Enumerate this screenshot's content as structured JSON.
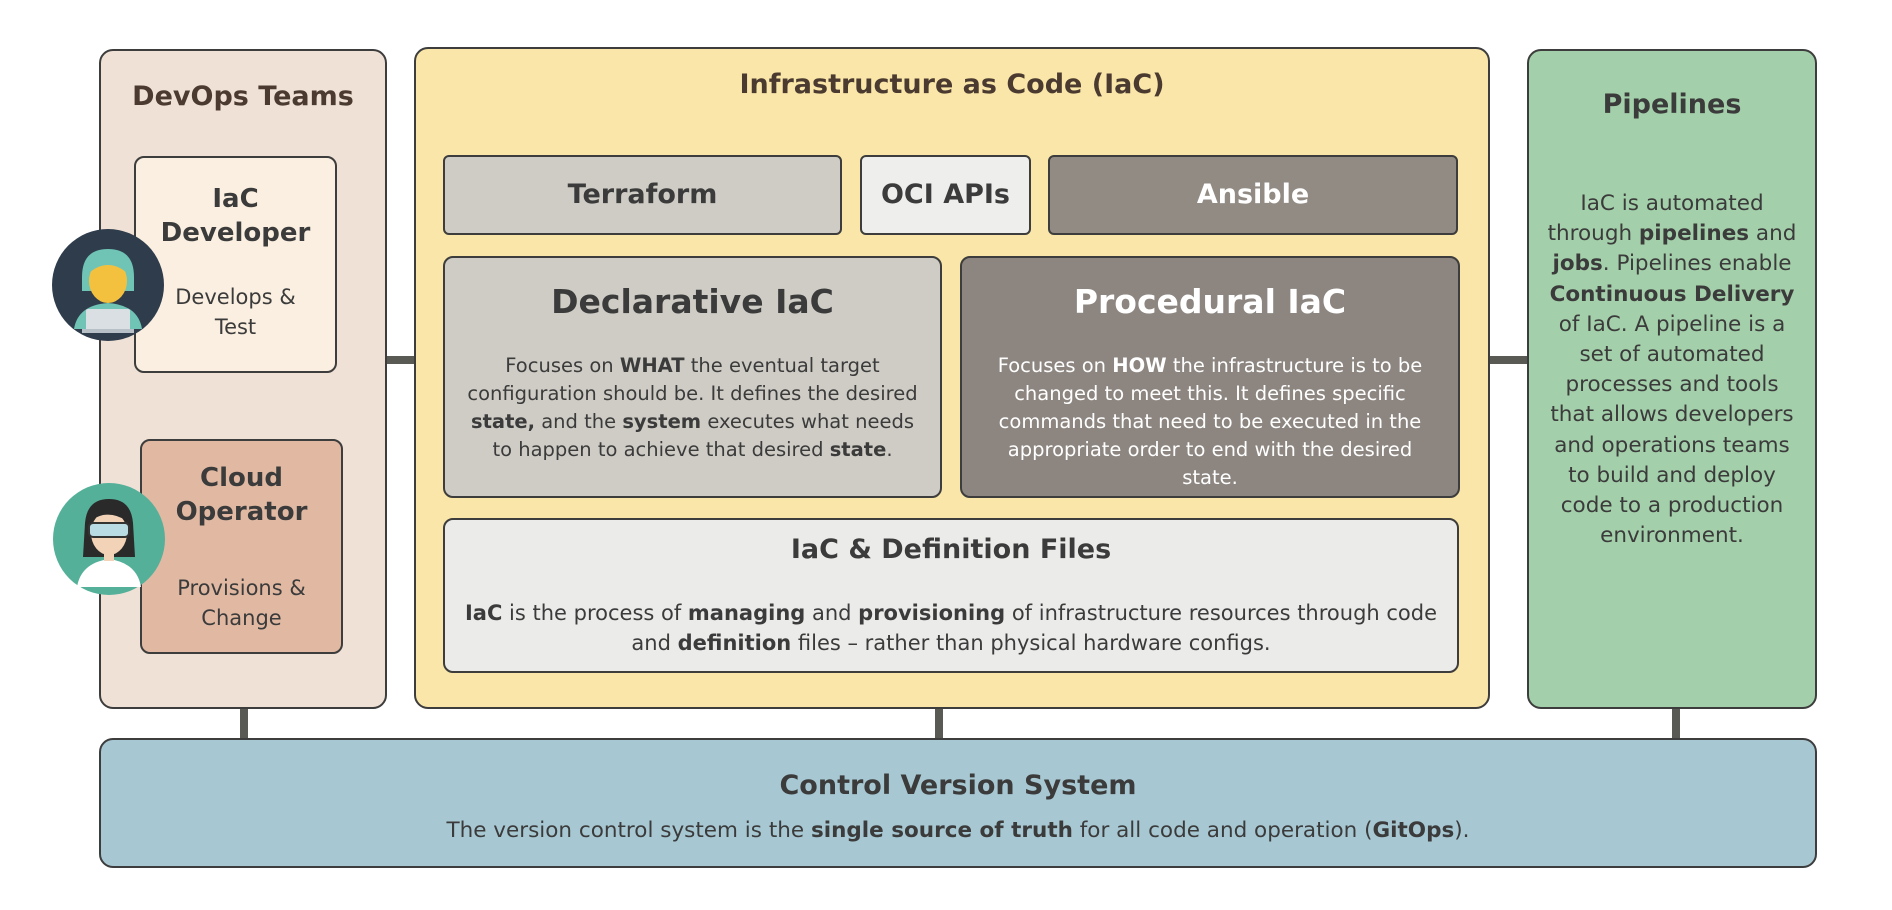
{
  "devops": {
    "title": "DevOps Teams",
    "developer": {
      "title_line1": "IaC",
      "title_line2": "Developer",
      "desc_line1": "Develops &",
      "desc_line2": "Test"
    },
    "operator": {
      "title_line1": "Cloud",
      "title_line2": "Operator",
      "desc_line1": "Provisions &",
      "desc_line2": "Change"
    }
  },
  "iac": {
    "title": "Infrastructure as Code (IaC)",
    "tools": {
      "terraform": "Terraform",
      "oci": "OCI APIs",
      "ansible": "Ansible"
    },
    "declarative": {
      "title": "Declarative IaC",
      "t1": "Focuses on ",
      "b1": "WHAT",
      "t2": " the eventual target configuration should be. It defines the desired ",
      "b2": "state,",
      "t3": " and the ",
      "b3": "system",
      "t4": " executes what needs to happen to achieve that desired ",
      "b4": "state",
      "t5": "."
    },
    "procedural": {
      "title": "Procedural IaC",
      "t1": "Focuses on ",
      "b1": "HOW",
      "t2": " the infrastructure is to be changed to meet this. It defines specific commands that need to be executed in the appropriate order to end with the desired state."
    },
    "definition_files": {
      "title": "IaC & Definition Files",
      "b1": "IaC",
      "t1": " is the process of ",
      "b2": "managing",
      "t2": " and ",
      "b3": "provisioning",
      "t3": " of infrastructure resources through code and ",
      "b4": "definition",
      "t4": " files – rather than physical hardware configs."
    }
  },
  "pipelines": {
    "title": "Pipelines",
    "t1": "IaC is automated through ",
    "b1": "pipelines",
    "t2": " and ",
    "b2": "jobs",
    "t3": ". Pipelines enable ",
    "b3": "Continuous Delivery",
    "t4": " of IaC. A pipeline is a set of automated processes and tools that allows developers and operations teams to build and deploy code to a production environment."
  },
  "cvs": {
    "title": "Control Version System",
    "t1": "The version control system is the ",
    "b1": "single source of truth",
    "t2": " for all code and operation (",
    "b2": "GitOps",
    "t3": ")."
  },
  "colors": {
    "devops_bg": "#efe1d6",
    "iac_bg": "#f9e6a8",
    "pipelines_bg": "#a3cfaa",
    "cvs_bg": "#a7c8d3",
    "declarative_bg": "#cfccc5",
    "procedural_bg": "#8d8680"
  },
  "icons": {
    "developer": "developer-avatar-icon",
    "operator": "operator-avatar-icon"
  }
}
